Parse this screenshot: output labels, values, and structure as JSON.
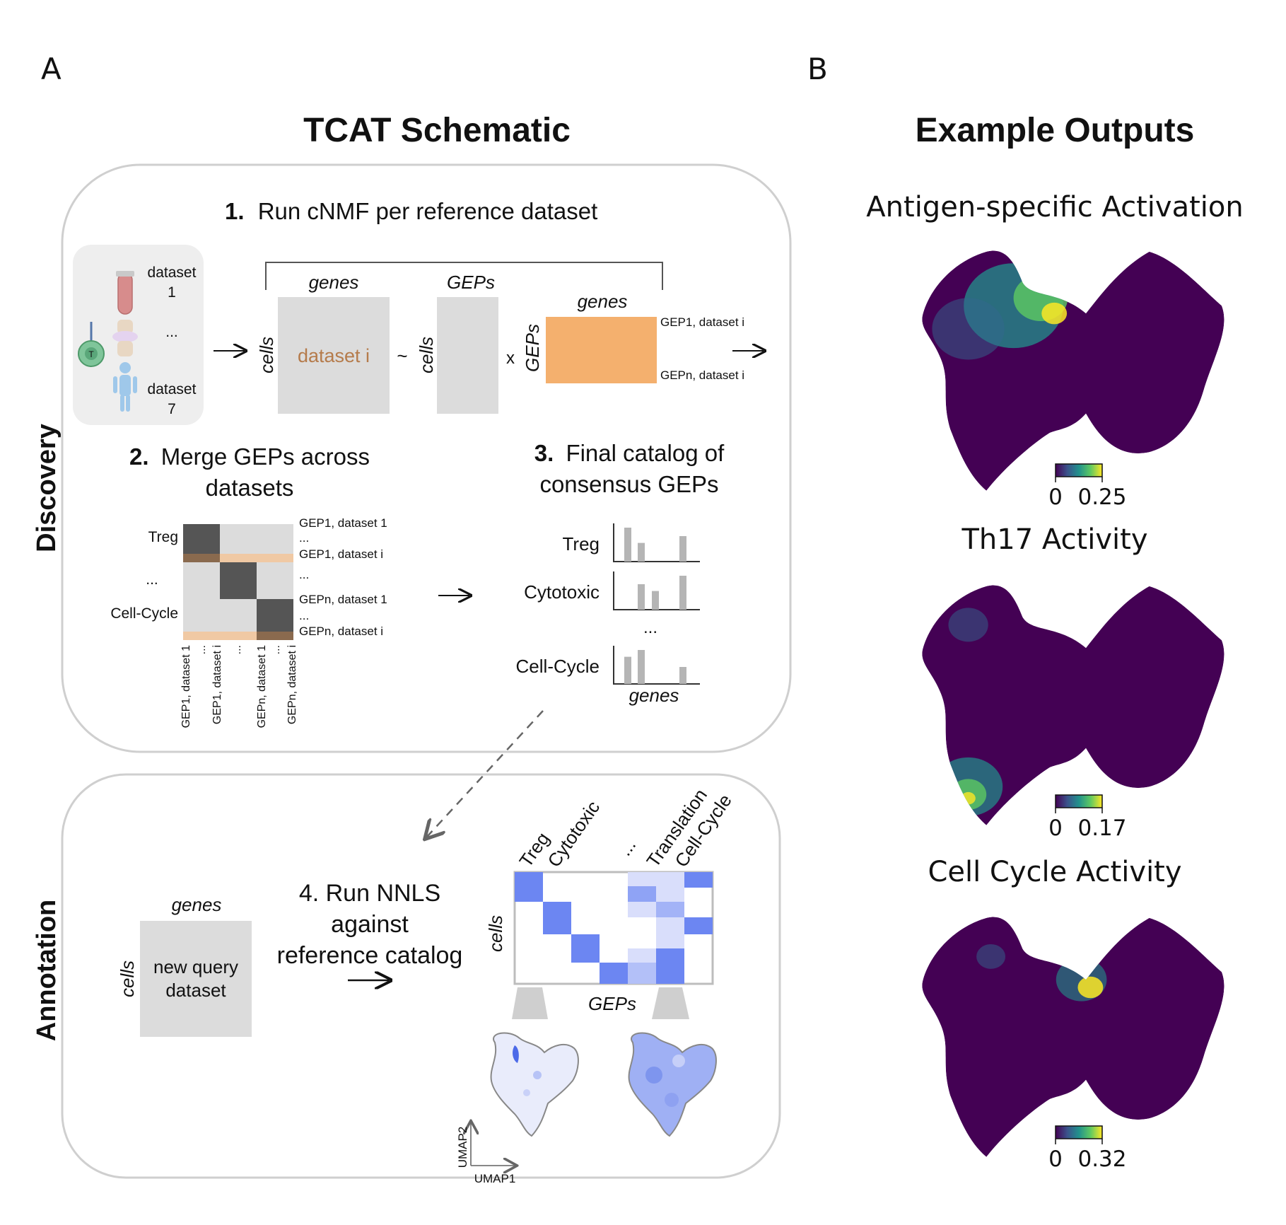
{
  "panel_a": {
    "letter": "A",
    "title": "TCAT Schematic",
    "discovery_label": "Discovery",
    "annotation_label": "Annotation",
    "step1": {
      "number": "1.",
      "text": "Run cNMF per reference dataset",
      "dataset_top": "dataset",
      "dataset_top_num": "1",
      "ellipsis": "...",
      "dataset_bottom": "dataset",
      "dataset_bottom_num": "7",
      "t_cell_letter": "T",
      "genes_label": "genes",
      "cells_label": "cells",
      "matrix_text": "dataset i",
      "tilde": "~",
      "geps_label": "GEPs",
      "cells_label_2": "cells",
      "times": "x",
      "geps_label_2": "GEPs",
      "genes_label_2": "genes",
      "gep1_label": "GEP1, dataset i",
      "gepn_label": "GEPn, dataset i"
    },
    "step2": {
      "number": "2.",
      "line1": "Merge GEPs across",
      "line2": "datasets",
      "row_treg": "Treg",
      "row_ellipsis": "...",
      "row_cellcycle": "Cell-Cycle",
      "right_labels": [
        "GEP1, dataset 1",
        "...",
        "GEP1, dataset i",
        "...",
        "GEPn, dataset 1",
        "...",
        "GEPn, dataset i"
      ],
      "bottom_labels": [
        "GEP1, dataset 1",
        "...",
        "GEP1, dataset i",
        "...",
        "GEPn, dataset 1",
        "...",
        "GEPn, dataset i"
      ]
    },
    "step3": {
      "number": "3.",
      "line1": "Final catalog of",
      "line2": "consensus GEPs",
      "rows": [
        {
          "label": "Treg",
          "bars": [
            1.0,
            0.55,
            0,
            0.75
          ]
        },
        {
          "label": "Cytotoxic",
          "bars": [
            0,
            0.75,
            0.55,
            1.0
          ]
        },
        {
          "label": "Cell-Cycle",
          "bars": [
            0.8,
            1.0,
            0,
            0.5
          ]
        }
      ],
      "ellipsis": "...",
      "genes_label": "genes"
    },
    "annotation": {
      "genes_label": "genes",
      "cells_label": "cells",
      "query_line1": "new query",
      "query_line2": "dataset",
      "step4_line1": "4. Run NNLS",
      "step4_line2": "against",
      "step4_line3": "reference catalog",
      "col_labels": [
        "Treg",
        "Cytotoxic",
        "...",
        "Translation",
        "Cell-Cycle"
      ],
      "cells_label_2": "cells",
      "geps_label": "GEPs",
      "umap_x": "UMAP1",
      "umap_y": "UMAP2"
    }
  },
  "panel_b": {
    "letter": "B",
    "title": "Example Outputs",
    "plots": [
      {
        "title": "Antigen-specific Activation",
        "cbar_min": "0",
        "cbar_max": "0.25"
      },
      {
        "title": "Th17 Activity",
        "cbar_min": "0",
        "cbar_max": "0.17"
      },
      {
        "title": "Cell Cycle Activity",
        "cbar_min": "0",
        "cbar_max": "0.32"
      }
    ]
  },
  "colors": {
    "viridis_dark": "#440154",
    "viridis_mid": "#21918c",
    "viridis_yellow": "#fde725",
    "orange_matrix": "#f4b06e",
    "blue_matrix": "#6c86f2"
  }
}
